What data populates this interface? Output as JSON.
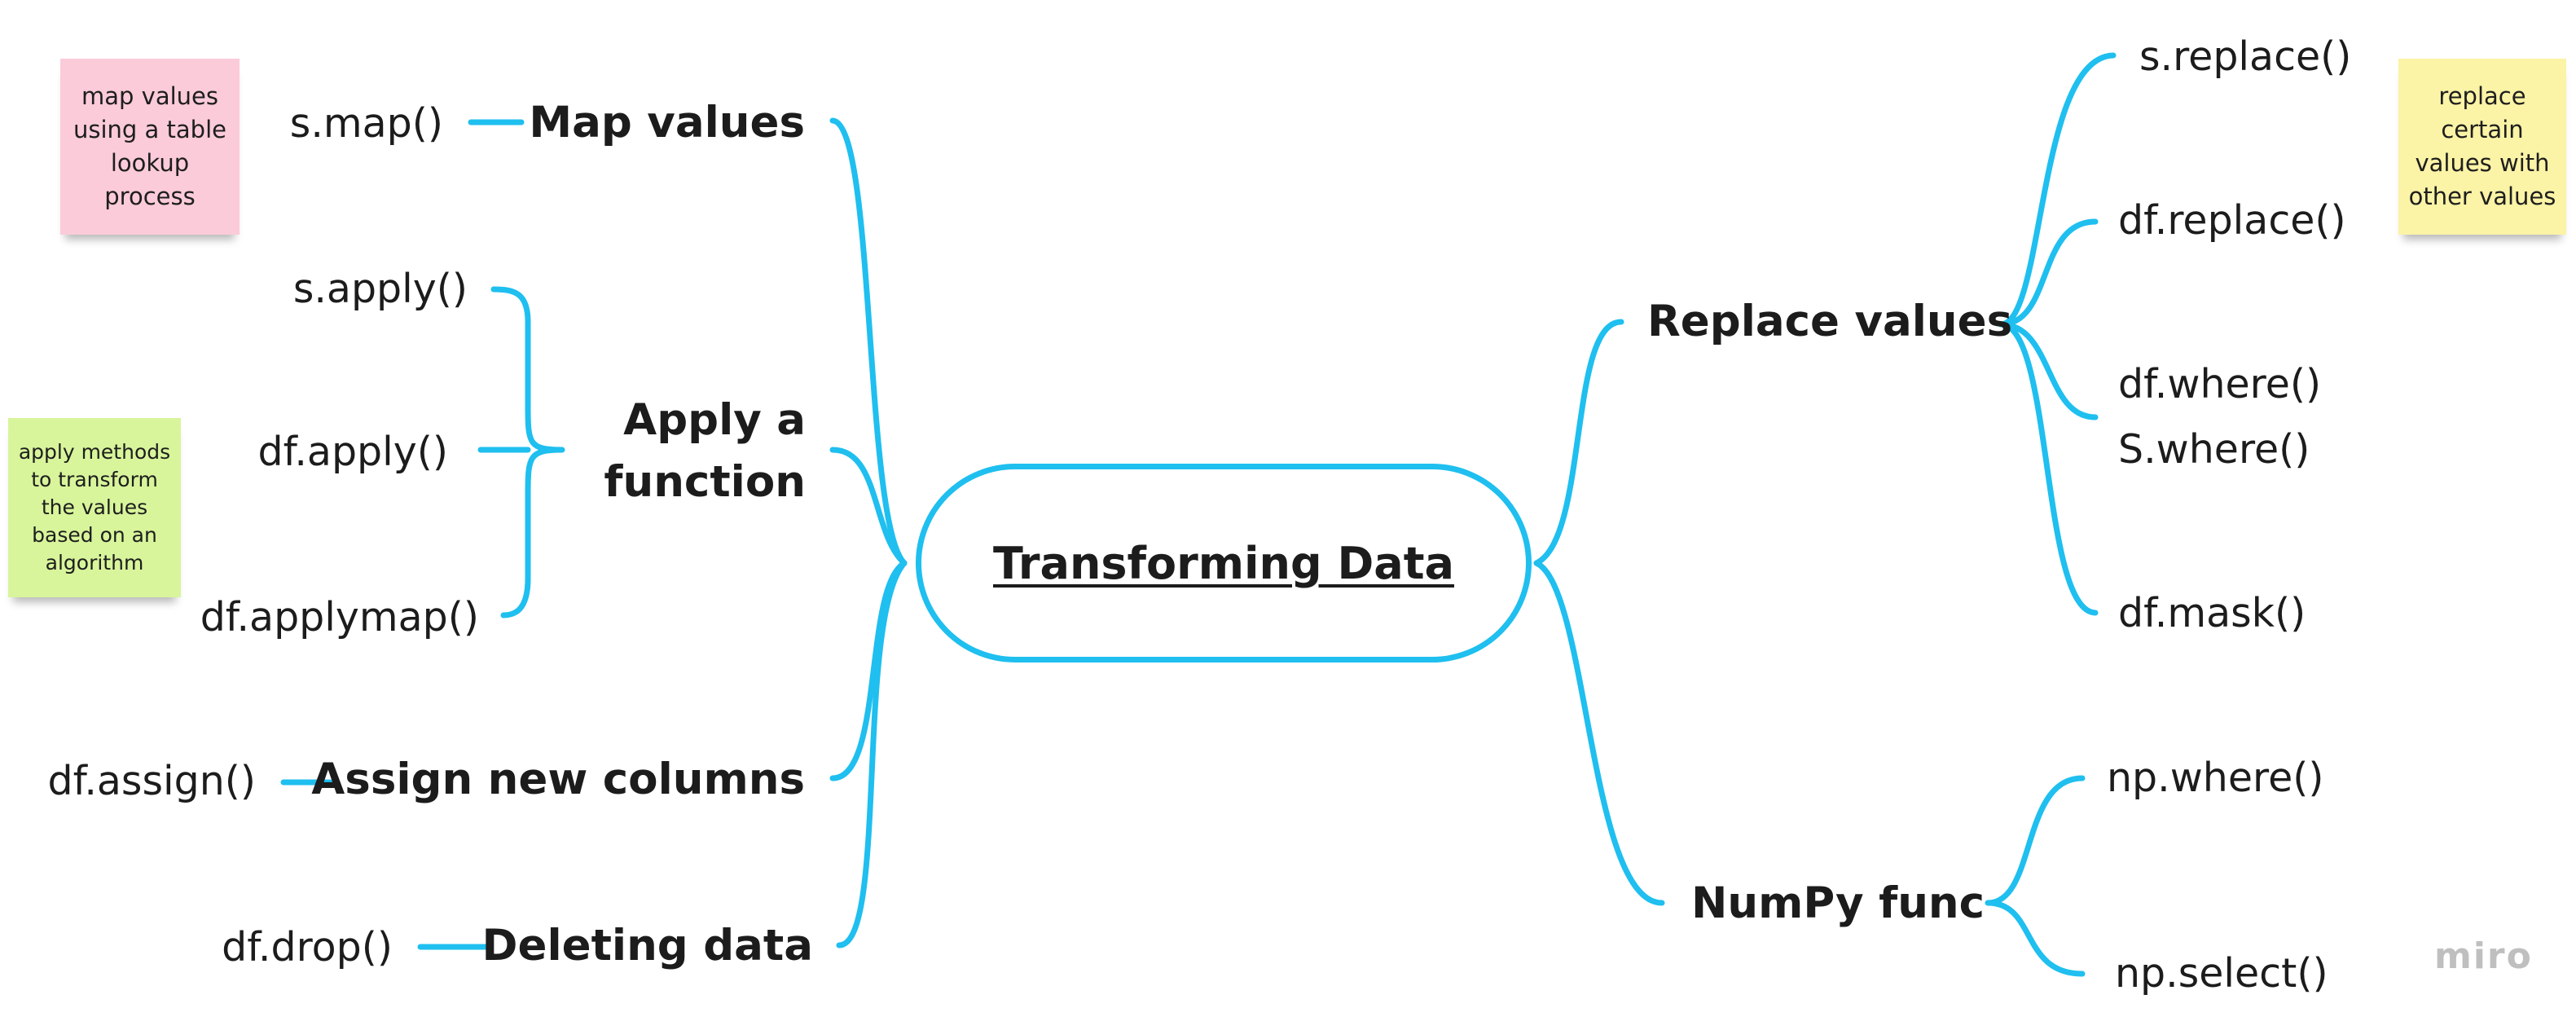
{
  "center": {
    "title": "Transforming Data"
  },
  "left_branches": {
    "map": {
      "heading": "Map values",
      "method": "s.map()"
    },
    "apply": {
      "heading_line1": "Apply a",
      "heading_line2": "function",
      "methods": [
        "s.apply()",
        "df.apply()",
        "df.applymap()"
      ]
    },
    "assign": {
      "heading": "Assign new columns",
      "method": "df.assign()"
    },
    "delete": {
      "heading": "Deleting data",
      "method": "df.drop()"
    }
  },
  "right_branches": {
    "replace": {
      "heading": "Replace values",
      "methods": [
        "s.replace()",
        "df.replace()",
        "df.where()",
        "S.where()",
        "df.mask()"
      ]
    },
    "numpy": {
      "heading": "NumPy func",
      "methods": [
        "np.where()",
        "np.select()"
      ]
    }
  },
  "sticky_notes": {
    "map_note": {
      "lines": [
        "map values",
        "using a table",
        "lookup",
        "process"
      ],
      "color": "#fbcbd9"
    },
    "apply_note": {
      "lines": [
        "apply methods",
        "to transform",
        "the values",
        "based on an",
        "algorithm"
      ],
      "color": "#d8f59b"
    },
    "replace_note": {
      "lines": [
        "replace",
        "certain",
        "values with",
        "other values"
      ],
      "color": "#fbf3a6"
    }
  },
  "connector_color": "#1fbfef",
  "watermark": "miro"
}
